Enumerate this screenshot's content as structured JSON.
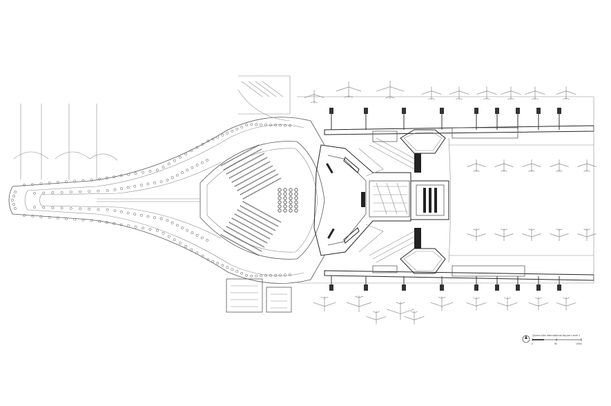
{
  "caption": {
    "title": "Queen Alia International Airport Level 1"
  },
  "scale_bar": {
    "labels": [
      "0",
      "50",
      "100m"
    ]
  },
  "north_arrow": {
    "symbol": "north-arrow"
  }
}
